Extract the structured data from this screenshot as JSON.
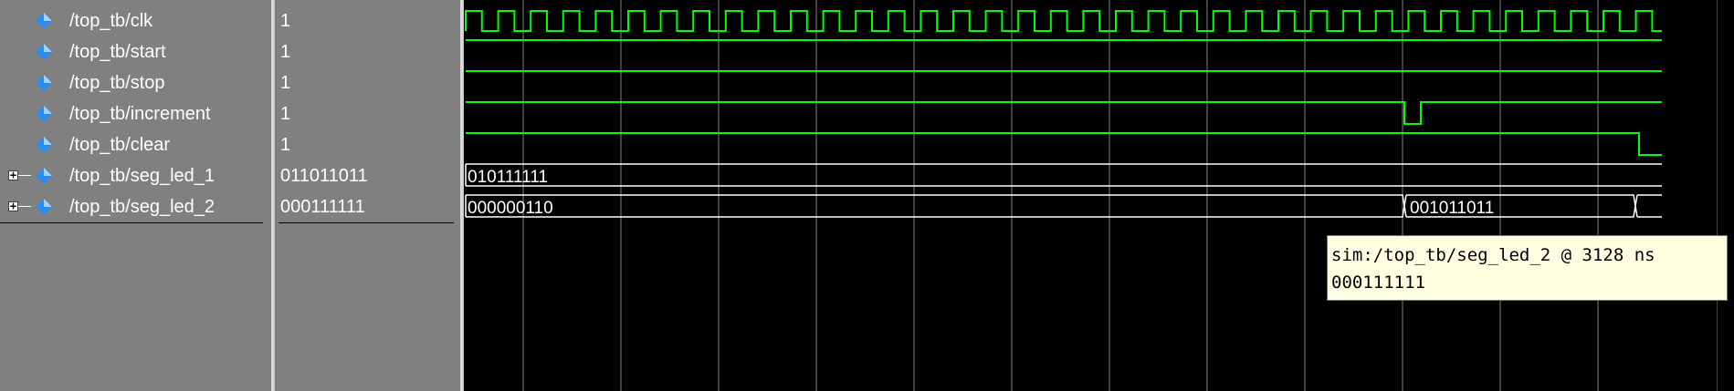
{
  "signals": [
    {
      "name": "/top_tb/clk",
      "value": "1",
      "expandable": false
    },
    {
      "name": "/top_tb/start",
      "value": "1",
      "expandable": false
    },
    {
      "name": "/top_tb/stop",
      "value": "1",
      "expandable": false
    },
    {
      "name": "/top_tb/increment",
      "value": "1",
      "expandable": false
    },
    {
      "name": "/top_tb/clear",
      "value": "1",
      "expandable": false
    },
    {
      "name": "/top_tb/seg_led_1",
      "value": "011011011",
      "expandable": true
    },
    {
      "name": "/top_tb/seg_led_2",
      "value": "000111111",
      "expandable": true
    }
  ],
  "waves": {
    "seg_led_1_labels": [
      "010111111"
    ],
    "seg_led_2_labels": [
      "000000110",
      "001011011"
    ]
  },
  "tooltip": {
    "line1": "sim:/top_tb/seg_led_2 @ 3128 ns",
    "line2": "000111111"
  },
  "colors": {
    "wave": "#00ff00",
    "bus": "#ffffff",
    "grid": "#808080",
    "icon": "#1e90ff"
  },
  "icons": {
    "signal": "blue-diamond-icon",
    "expand": "plus-box-icon"
  }
}
